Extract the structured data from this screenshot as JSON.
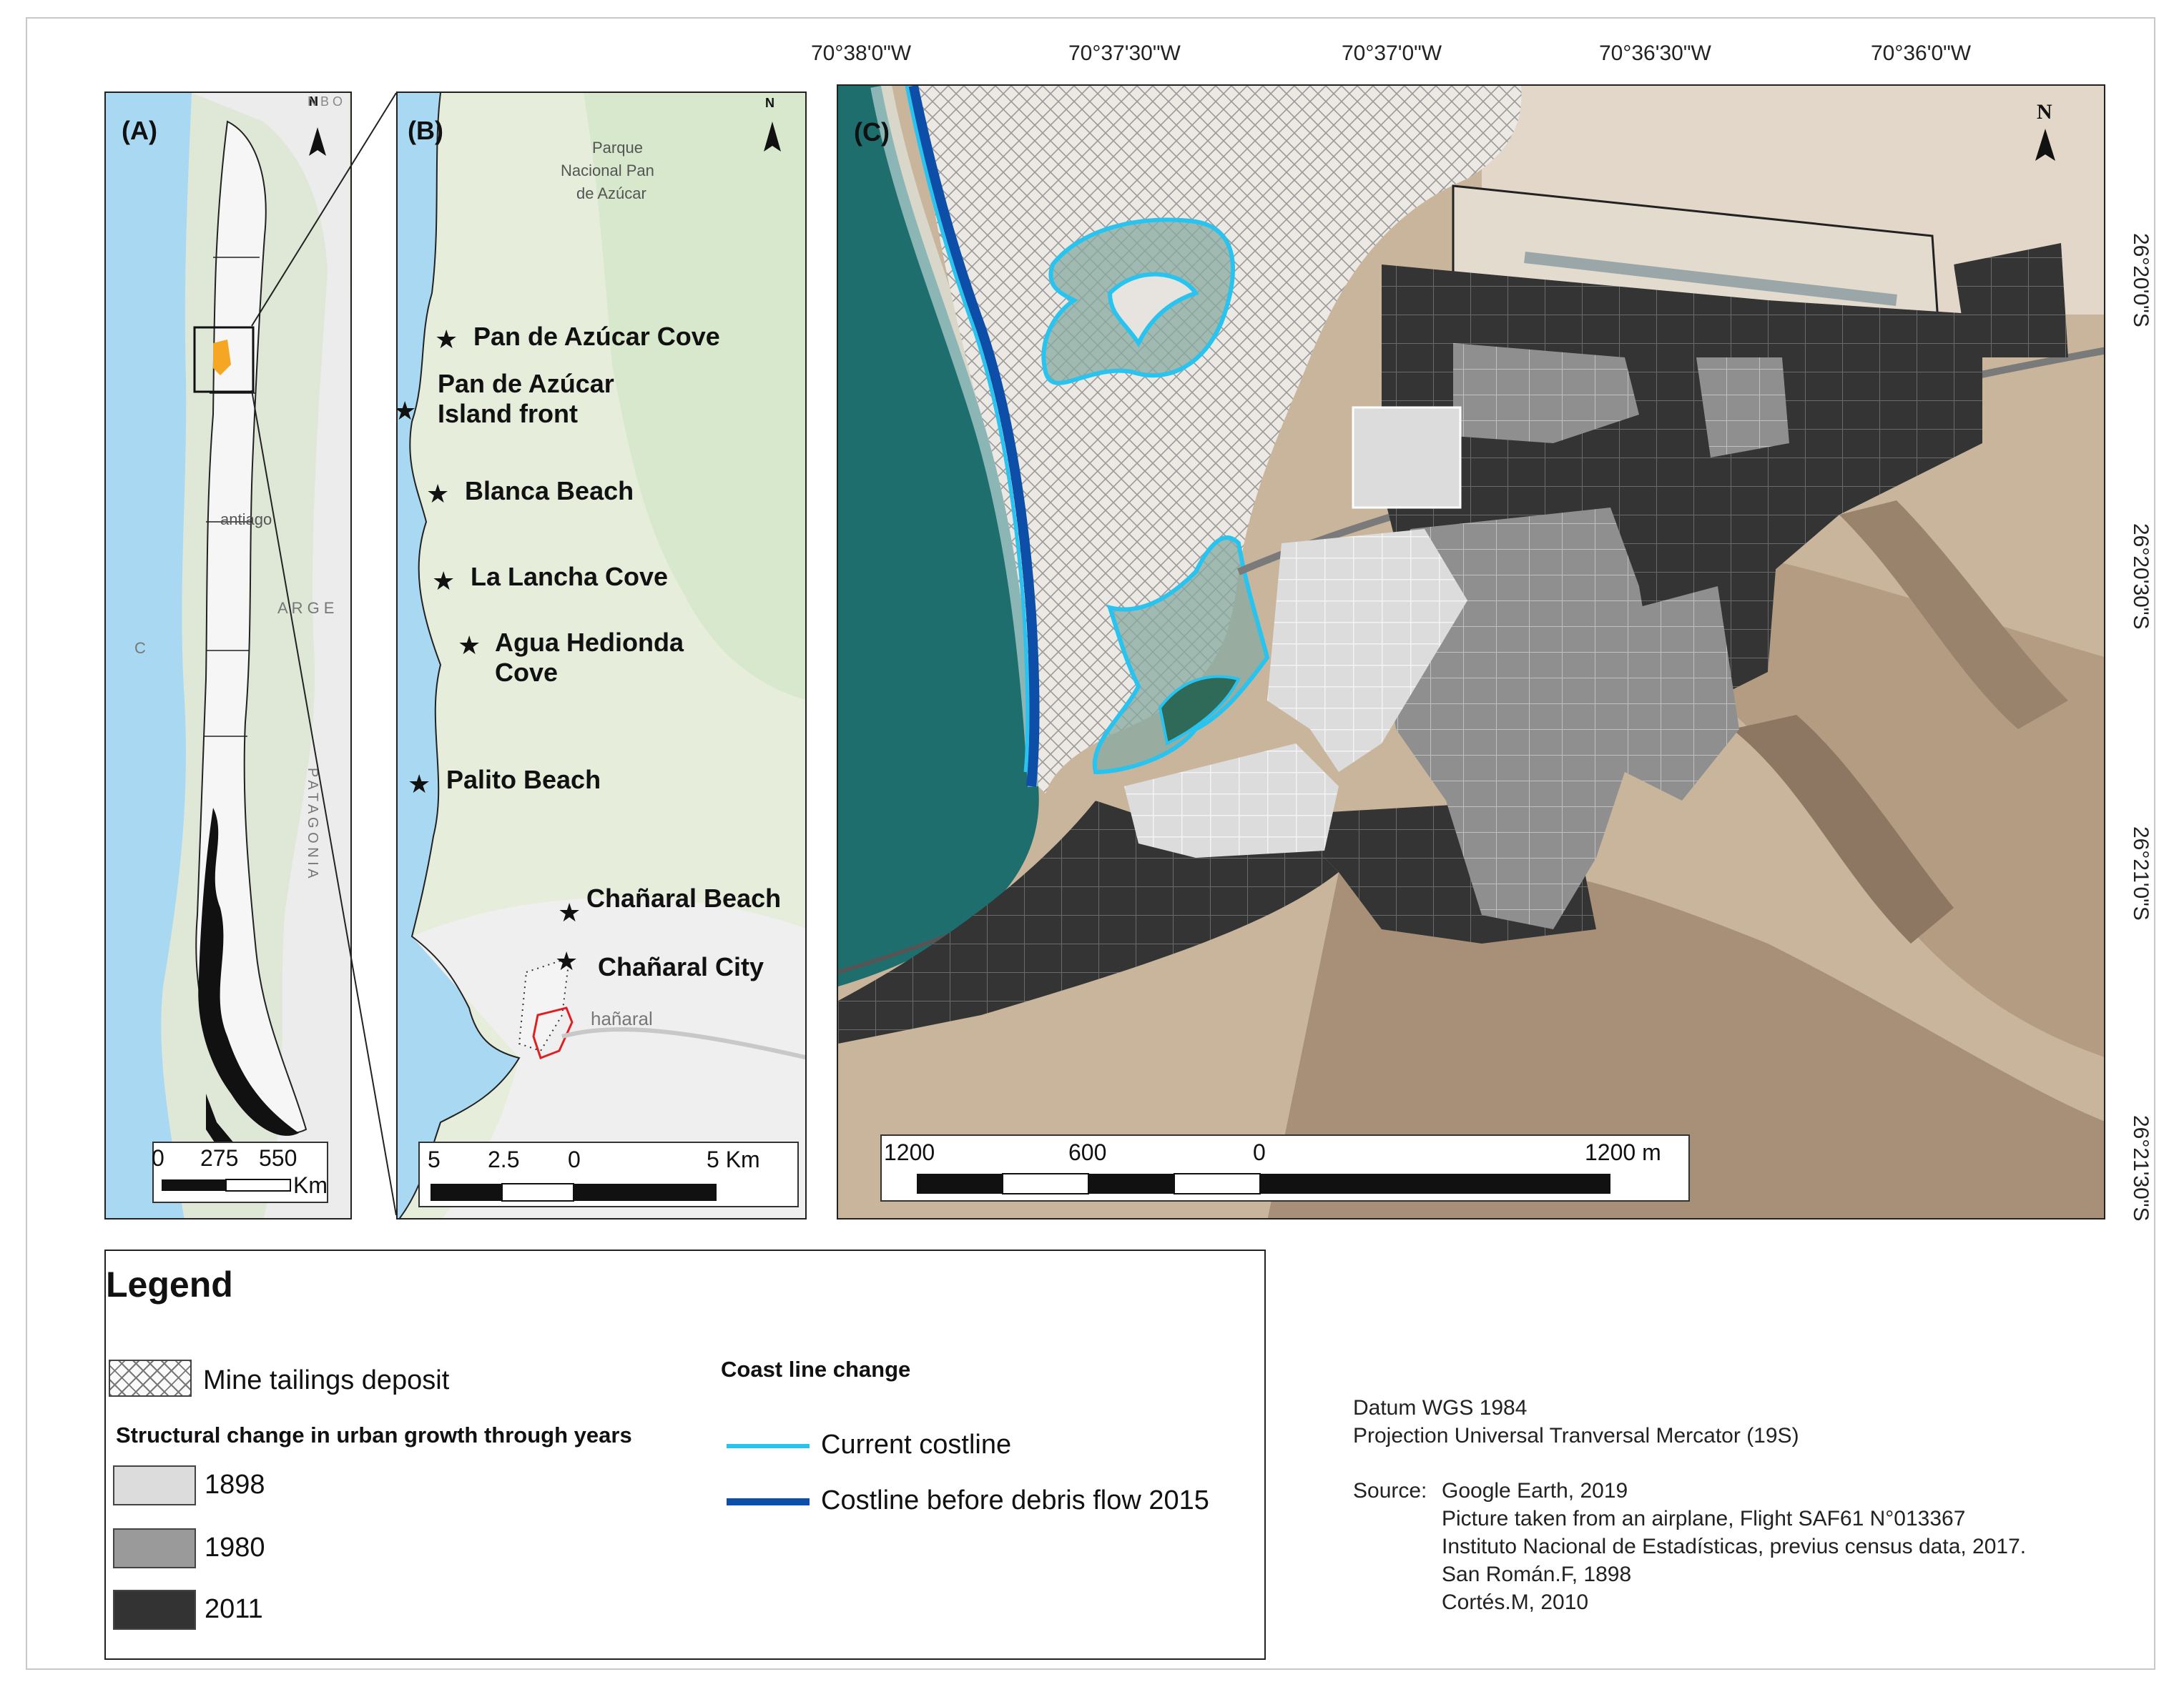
{
  "panels": {
    "a": {
      "label": "(A)",
      "north": "N",
      "scale": {
        "labels": [
          "0",
          "275",
          "550"
        ],
        "unit": "Km"
      }
    },
    "b": {
      "label": "(B)",
      "north": "N",
      "scale": {
        "labels": [
          "5",
          "2.5",
          "0",
          "5 Km"
        ]
      }
    },
    "c": {
      "label": "(C)",
      "north": "N",
      "scale": {
        "labels": [
          "1200",
          "600",
          "0",
          "1200 m"
        ]
      }
    }
  },
  "map_a_text": {
    "santiago": "antiago",
    "arge": "A R G E",
    "patagonia": "P A T A G O N I A",
    "ch": "C",
    "nbo": "N B O"
  },
  "map_b_text": {
    "parque": [
      "Parque",
      "Nacional Pan",
      "de Azúcar"
    ],
    "chanaral_small": "hañaral"
  },
  "places": [
    {
      "name": "pan-de-azucar-cove",
      "text": "Pan de Azúcar Cove"
    },
    {
      "name": "pan-de-azucar-island-front",
      "text": "Pan de Azúcar",
      "text2": "Island front"
    },
    {
      "name": "blanca-beach",
      "text": "Blanca Beach"
    },
    {
      "name": "la-lancha-cove",
      "text": "La Lancha Cove"
    },
    {
      "name": "agua-hedionda-cove",
      "text": "Agua Hedionda",
      "text2": "Cove"
    },
    {
      "name": "palito-beach",
      "text": "Palito Beach"
    },
    {
      "name": "chanaral-beach",
      "text": "Chañaral Beach"
    },
    {
      "name": "chanaral-city",
      "text": "Chañaral City"
    }
  ],
  "coords": {
    "top": [
      "70°38'0\"W",
      "70°37'30\"W",
      "70°37'0\"W",
      "70°36'30\"W",
      "70°36'0\"W"
    ],
    "right": [
      "26°20'0\"S",
      "26°20'30\"S",
      "26°21'0\"S",
      "26°21'30\"S"
    ]
  },
  "legend": {
    "title": "Legend",
    "mine": "Mine tailings deposit",
    "urban_title": "Structural change in urban growth through years",
    "years": [
      {
        "label": "1898",
        "color": "#dcdcdc"
      },
      {
        "label": "1980",
        "color": "#9a9a9a"
      },
      {
        "label": "2011",
        "color": "#333333"
      }
    ],
    "coast_title": "Coast line change",
    "coast": [
      {
        "label": "Current costline",
        "color": "#29c3ef"
      },
      {
        "label": "Costline before debris flow 2015",
        "color": "#0d4fa8"
      }
    ]
  },
  "credits": {
    "datum": "Datum WGS 1984",
    "projection": "Projection Universal Tranversal Mercator (19S)",
    "source_label": "Source:",
    "sources": [
      "Google Earth, 2019",
      "Picture taken from an airplane, Flight SAF61 N°013367",
      "Instituto Nacional de Estadísticas, previus census data, 2017.",
      "San Román.F, 1898",
      "Cortés.M, 2010"
    ]
  }
}
